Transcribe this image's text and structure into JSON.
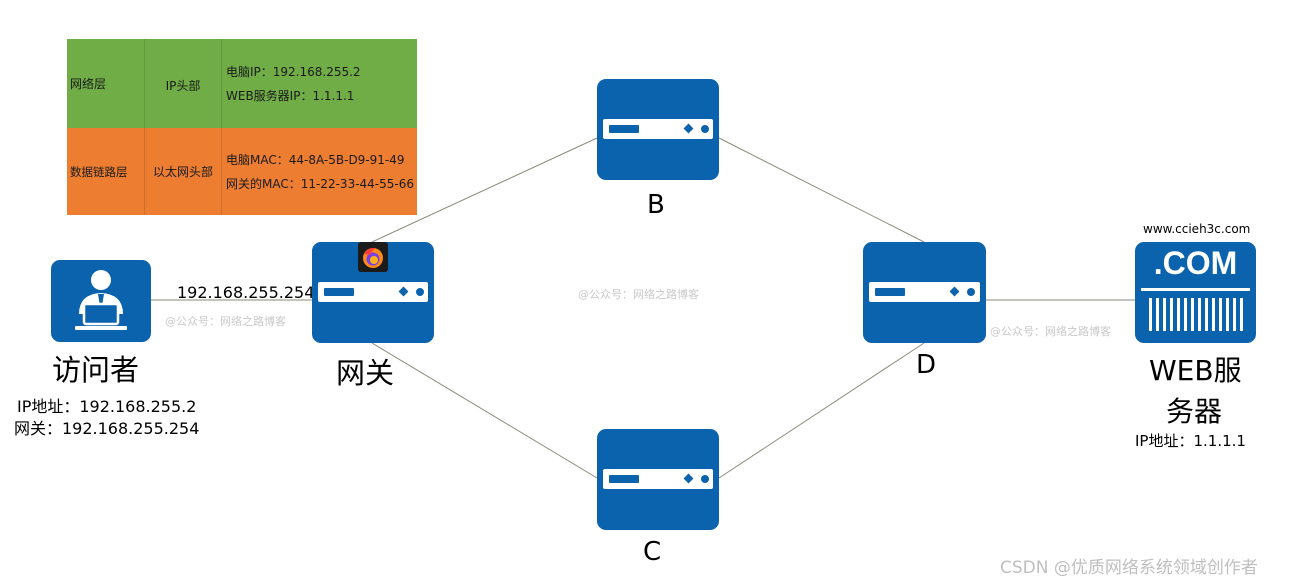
{
  "header_table": {
    "network_layer": {
      "layer": "网络层",
      "header": "IP头部",
      "line1": "电脑IP：192.168.255.2",
      "line2": "WEB服务器IP：1.1.1.1"
    },
    "link_layer": {
      "layer": "数据链路层",
      "header": "以太网头部",
      "line1": "电脑MAC：44-8A-5B-D9-91-49",
      "line2": "网关的MAC：11-22-33-44-55-66"
    }
  },
  "nodes": {
    "visitor": {
      "name": "访问者",
      "ip": "IP地址：192.168.255.2",
      "gateway": "网关：192.168.255.254"
    },
    "gateway": {
      "name": "网关",
      "interface_ip": "192.168.255.254"
    },
    "router_b": {
      "name": "B"
    },
    "router_c": {
      "name": "C"
    },
    "router_d": {
      "name": "D"
    },
    "web_server": {
      "name_line1": "WEB服",
      "name_line2": "务器",
      "ip": "IP地址：1.1.1.1",
      "domain": "www.ccieh3c.com",
      "icon_text": ".COM"
    }
  },
  "watermarks": {
    "w1": "@公众号：网络之路博客",
    "w2": "@公众号：网络之路博客",
    "w3": "@公众号：网络之路博客",
    "footer": "CSDN @优质网络系统领域创作者"
  },
  "colors": {
    "network_layer": "#70ad47",
    "link_layer": "#ed7d31",
    "device": "#0c63ad",
    "link_line": "#8a8a7a"
  },
  "icons": [
    "user-laptop-icon",
    "router-icon",
    "firefox-icon",
    "web-server-icon"
  ]
}
